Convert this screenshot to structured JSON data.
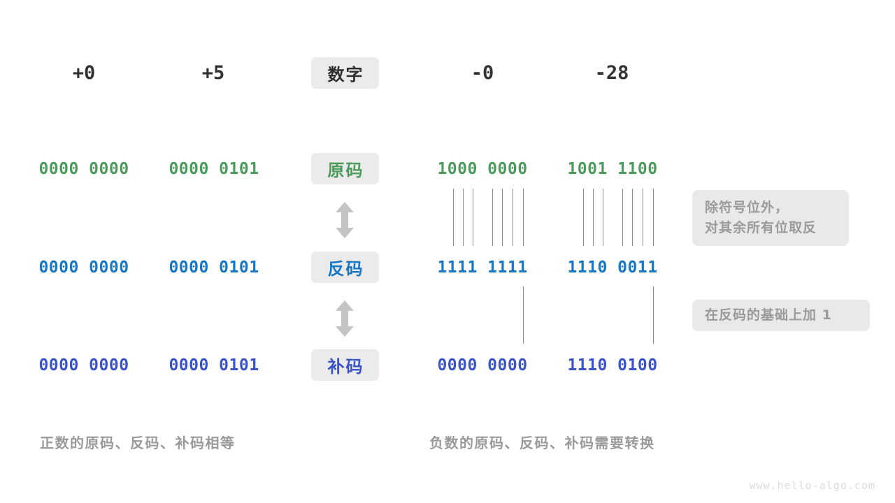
{
  "colors": {
    "green": "#4C9A5C",
    "blue": "#1877C4",
    "indigo": "#3A53C8",
    "badge_bg": "#ebebeb",
    "note_bg": "#e9e9e9",
    "note_text": "#9a9a9a",
    "line": "#8c8c8c",
    "background": "#ffffff"
  },
  "row_labels": {
    "number": "数字",
    "sign_magnitude": "原码",
    "ones_complement": "反码",
    "twos_complement": "补码"
  },
  "columns": [
    {
      "header": "+0",
      "sign_magnitude": "0000 0000",
      "ones_complement": "0000 0000",
      "twos_complement": "0000 0000"
    },
    {
      "header": "+5",
      "sign_magnitude": "0000 0101",
      "ones_complement": "0000 0101",
      "twos_complement": "0000 0101"
    },
    {
      "header": "-0",
      "sign_magnitude": "1000 0000",
      "ones_complement": "1111 1111",
      "twos_complement": "0000 0000"
    },
    {
      "header": "-28",
      "sign_magnitude": "1001 1100",
      "ones_complement": "1110 0011",
      "twos_complement": "1110 0100"
    }
  ],
  "notes": {
    "invert": {
      "line1": "除符号位外，",
      "line2": "对其余所有位取反"
    },
    "plus_one": "在反码的基础上加 1"
  },
  "captions": {
    "left": "正数的原码、反码、补码相等",
    "right": "负数的原码、反码、补码需要转换"
  },
  "watermark": "www.hello-algo.com"
}
